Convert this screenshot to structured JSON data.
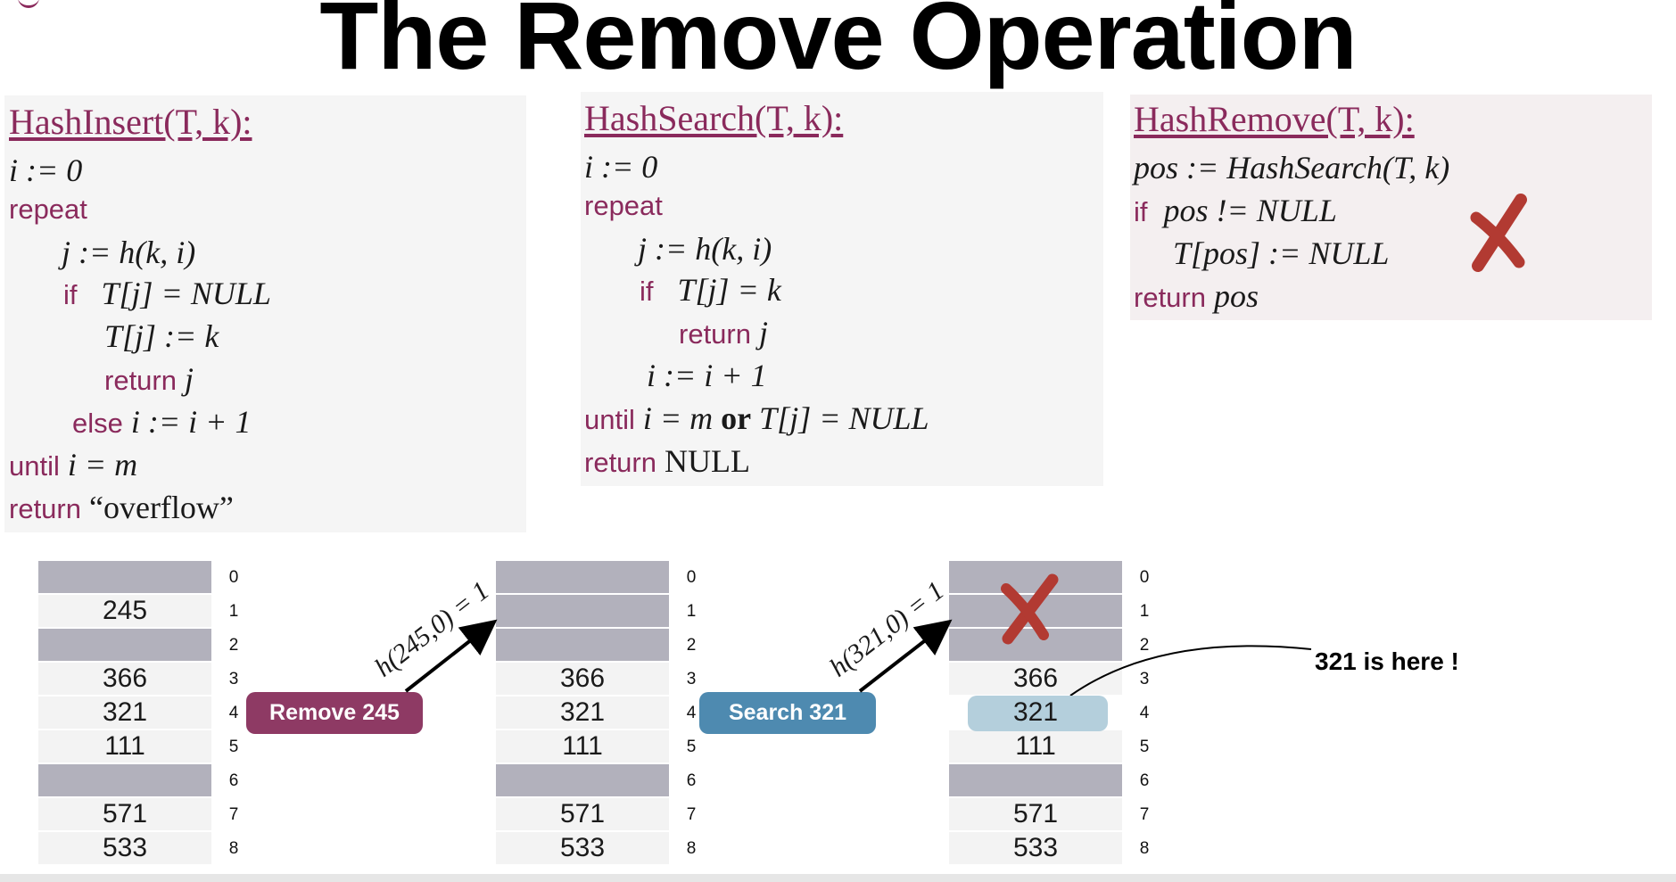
{
  "title": "The Remove Operation",
  "colors": {
    "keyword": "#8a2a5c",
    "empty_slot": "#b2b1bc",
    "filled_slot": "#f3f3f3",
    "remove_pill": "#8e3a64",
    "search_pill": "#4e8ab0",
    "cross": "#b23a32",
    "highlight": "#b4cfdc"
  },
  "insert": {
    "header": "HashInsert(T, k):",
    "l1": "i := 0",
    "l2_kw": "repeat",
    "l3": "j := h(k, i)",
    "l4_kw": "if",
    "l4_cond": "T[j] = NULL",
    "l5": "T[j] := k",
    "l6_kw": "return",
    "l6_val": "j",
    "l7_kw": "else",
    "l7_val": "i := i + 1",
    "l8_kw": "until",
    "l8_val": "i = m",
    "l9_kw": "return",
    "l9_val": "“overflow”"
  },
  "search": {
    "header": "HashSearch(T, k):",
    "l1": "i := 0",
    "l2_kw": "repeat",
    "l3": "j := h(k, i)",
    "l4_kw": "if",
    "l4_cond": "T[j] = k",
    "l5_kw": "return",
    "l5_val": "j",
    "l6": "i := i + 1",
    "l7_kw": "until",
    "l7_a": "i = m",
    "l7_or": "or",
    "l7_b": "T[j] = NULL",
    "l8_kw": "return",
    "l8_val": "NULL"
  },
  "remove": {
    "header": "HashRemove(T, k):",
    "l1": "pos := HashSearch(T, k)",
    "l2_kw": "if",
    "l2_cond": "pos != NULL",
    "l3": "T[pos] := NULL",
    "l4_kw": "return",
    "l4_val": "pos",
    "cross_icon": "x-mark-icon"
  },
  "indices": [
    "0",
    "1",
    "2",
    "3",
    "4",
    "5",
    "6",
    "7",
    "8"
  ],
  "tables": [
    [
      "",
      "245",
      "",
      "366",
      "321",
      "111",
      "",
      "571",
      "533"
    ],
    [
      "",
      "",
      "",
      "366",
      "321",
      "111",
      "",
      "571",
      "533"
    ],
    [
      "",
      "",
      "",
      "366",
      "321",
      "111",
      "",
      "571",
      "533"
    ]
  ],
  "actions": {
    "remove_label": "Remove 245",
    "search_label": "Search 321",
    "hash1": "h(245,0) = 1",
    "hash2": "h(321,0) = 1"
  },
  "annotation": "321 is here !"
}
